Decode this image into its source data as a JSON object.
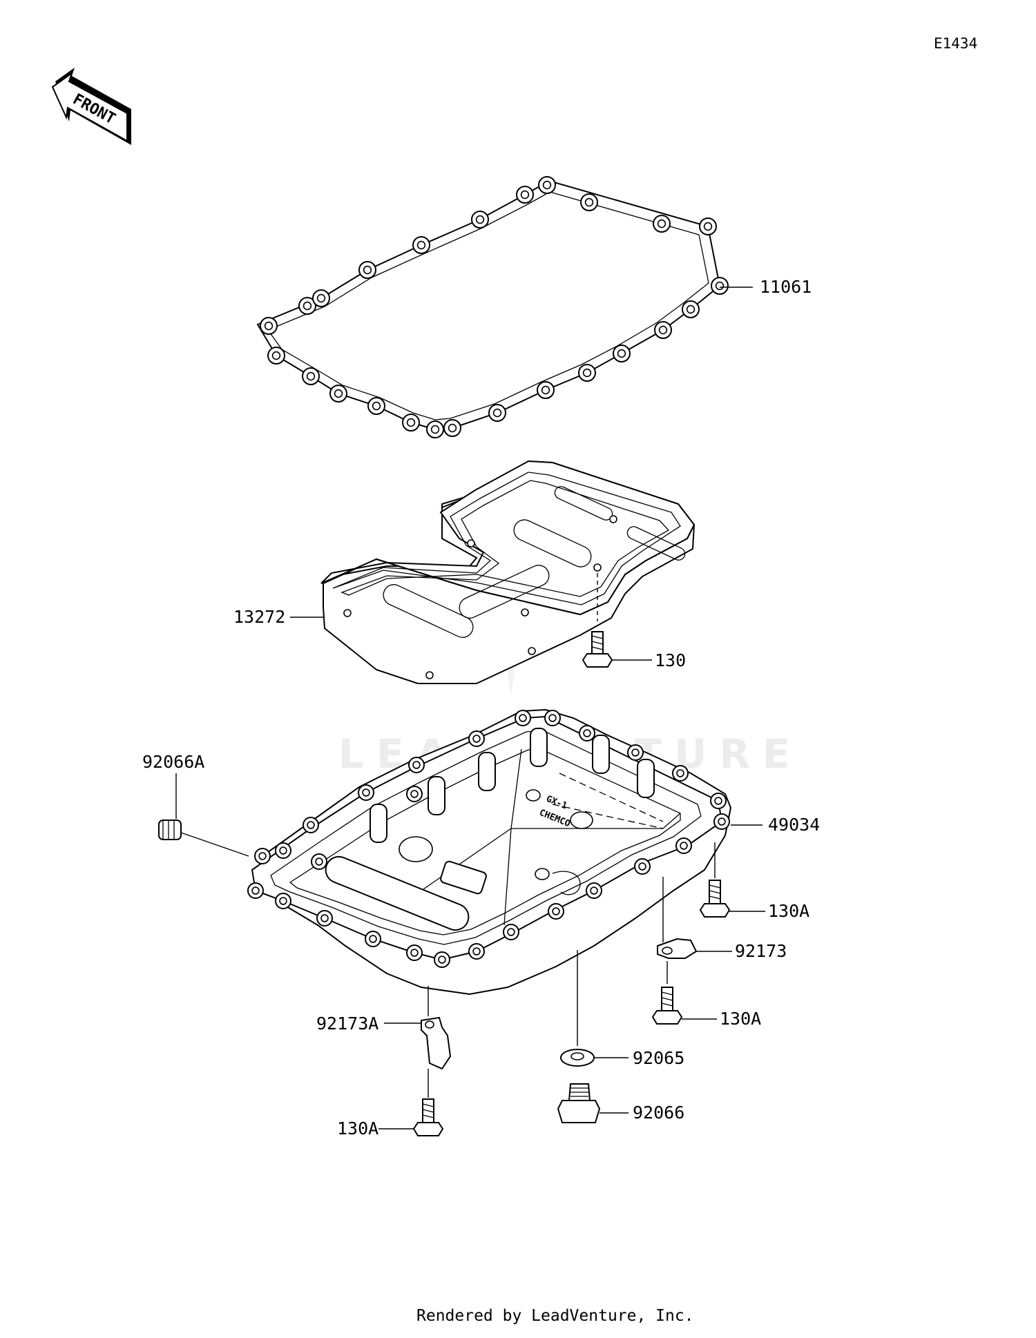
{
  "diagram_code": "E1434",
  "front_arrow": {
    "text": "FRONT",
    "icon": "front-direction-arrow"
  },
  "watermark": "LEADVENTURE",
  "pan_cast_text": [
    "GX-1",
    "CHEMCO"
  ],
  "callouts": {
    "gasket": "11061",
    "baffle_plate": "13272",
    "baffle_bolt": "130",
    "oil_pan": "49034",
    "plug_a": "92066A",
    "bolt_right_upper": "130A",
    "clamp_right": "92173",
    "bolt_right_lower": "130A",
    "clamp_left": "92173A",
    "drain_washer": "92065",
    "drain_plug": "92066",
    "bolt_left": "130A"
  },
  "footer": "Rendered by LeadVenture, Inc."
}
